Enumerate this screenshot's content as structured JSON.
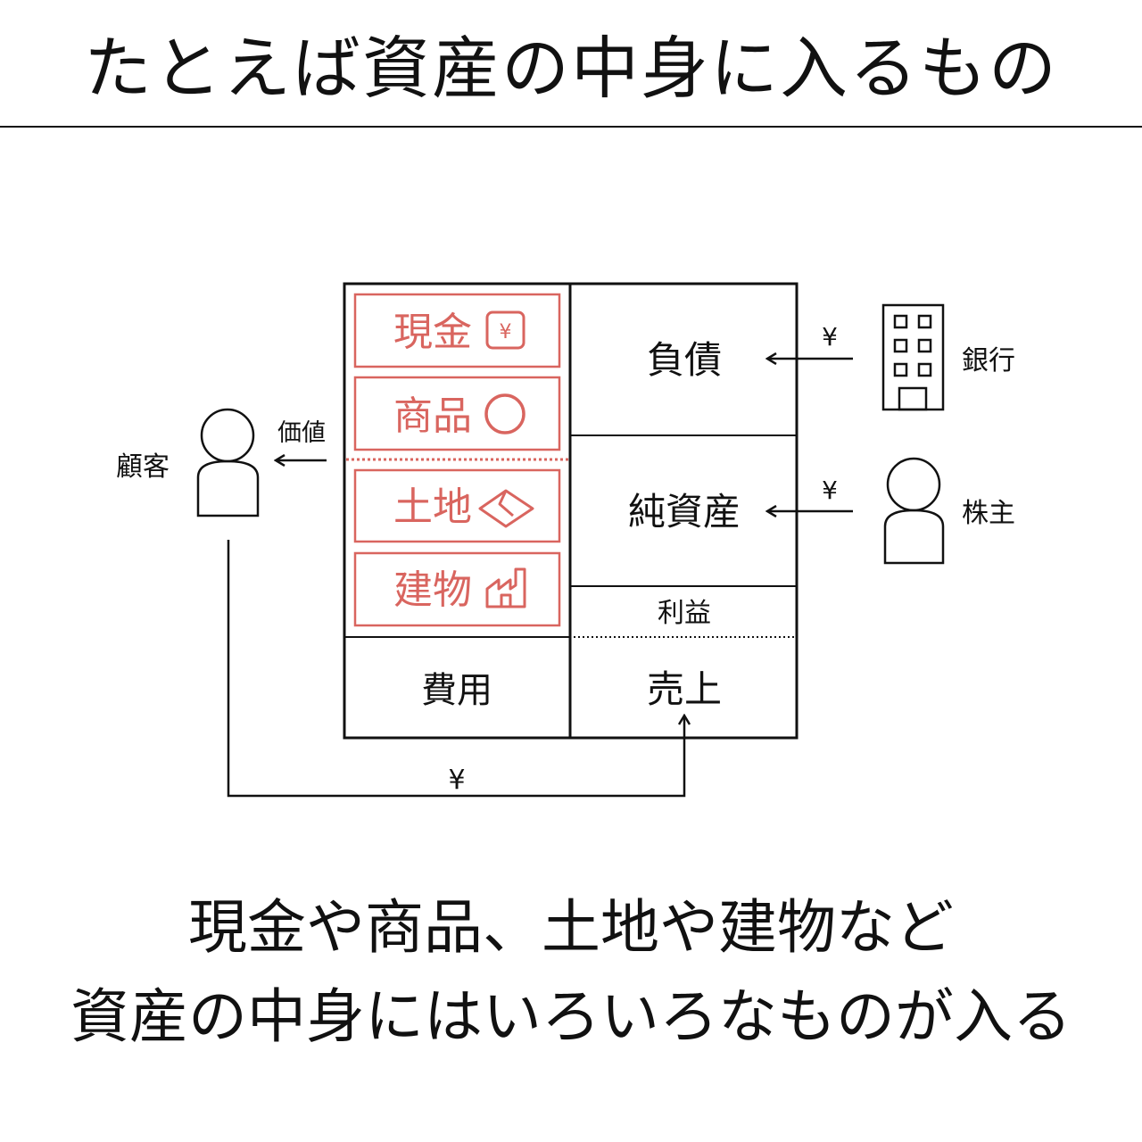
{
  "title": "たとえば資産の中身に入るもの",
  "assets": {
    "cash": "現金",
    "cash_icon": "¥",
    "goods": "商品",
    "land": "土地",
    "building": "建物"
  },
  "expense": "費用",
  "liabilities": "負債",
  "net_assets": "純資産",
  "profit": "利益",
  "sales": "売上",
  "customer": "顧客",
  "value": "価値",
  "bank": "銀行",
  "shareholder": "株主",
  "yen": "¥",
  "caption": {
    "line1": "現金や商品、土地や建物など",
    "line2": "資産の中身にはいろいろなものが入る"
  },
  "colors": {
    "asset_accent": "#d9655f",
    "ink": "#111111"
  }
}
